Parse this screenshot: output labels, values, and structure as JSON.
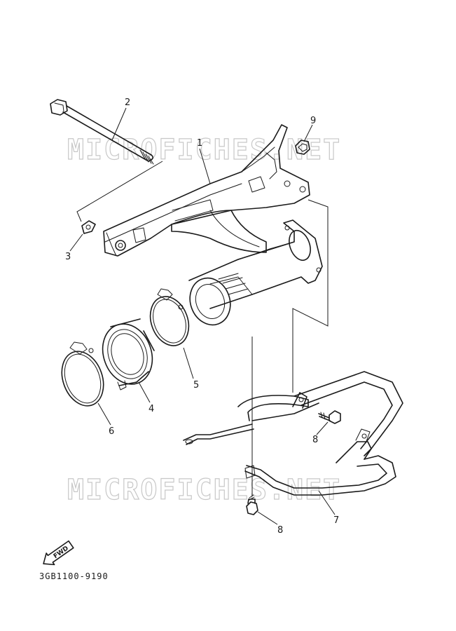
{
  "watermark": {
    "text": "MICROFICHES.NET"
  },
  "diagram_code": "3GB1100-9190",
  "fwd_label": "FWD",
  "callouts": [
    {
      "id": "c2",
      "label": "2",
      "part": "pivot-bolt"
    },
    {
      "id": "c1",
      "label": "1",
      "part": "swingarm"
    },
    {
      "id": "c9",
      "label": "9",
      "part": "nut"
    },
    {
      "id": "c3",
      "label": "3",
      "part": "chain-adjuster"
    },
    {
      "id": "c5",
      "label": "5",
      "part": "clamp"
    },
    {
      "id": "c4",
      "label": "4",
      "part": "boot"
    },
    {
      "id": "c6",
      "label": "6",
      "part": "clamp"
    },
    {
      "id": "c8a",
      "label": "8",
      "part": "bolt"
    },
    {
      "id": "c8b",
      "label": "8",
      "part": "bolt"
    },
    {
      "id": "c7",
      "label": "7",
      "part": "guard"
    }
  ]
}
